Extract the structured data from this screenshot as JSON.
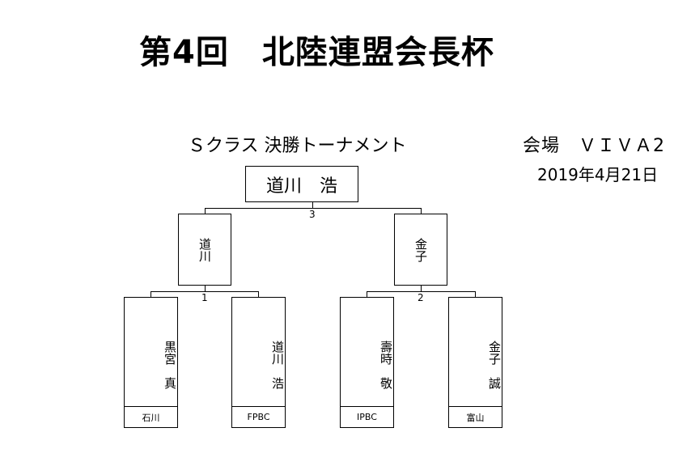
{
  "title": "第4回　北陸連盟会長杯",
  "subtitle": "Ｓクラス 決勝トーナメント",
  "venue": "会場　ＶＩＶＡ2",
  "date": "2019年4月21日",
  "champion": "道川　浩",
  "semifinal_left": "道川",
  "semifinal_right": "金子",
  "match_numbers": {
    "final": "3",
    "left": "1",
    "right": "2"
  },
  "players": [
    {
      "name": "黒宮　真",
      "club": "石川"
    },
    {
      "name": "道川　浩",
      "club": "FPBC"
    },
    {
      "name": "壽時　敬",
      "club": "IPBC"
    },
    {
      "name": "金子　誠",
      "club": "富山"
    }
  ]
}
